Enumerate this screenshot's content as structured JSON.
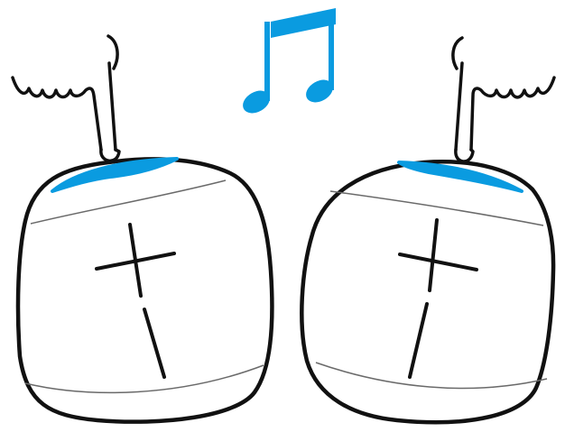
{
  "colors": {
    "accent": "#0a9be0",
    "outline": "#111111",
    "background": "#ffffff",
    "band": "#6a6a6a"
  },
  "illustration": {
    "icons": [
      "music-note-icon",
      "pointing-hand-icon",
      "speaker-icon"
    ],
    "speakers": [
      {
        "position": "left",
        "top_button": "pressed",
        "controls": [
          "volume-up",
          "volume-down"
        ]
      },
      {
        "position": "right",
        "top_button": "pressed",
        "controls": [
          "volume-up",
          "volume-down"
        ]
      }
    ]
  }
}
